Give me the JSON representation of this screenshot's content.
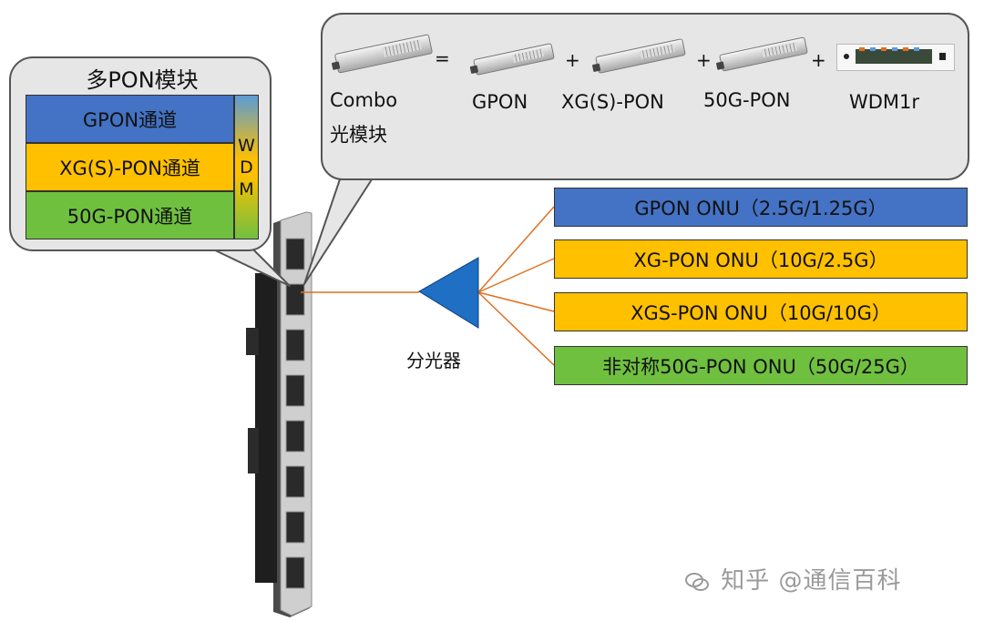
{
  "multi_pon_module": {
    "title": "多PON模块",
    "channels": [
      {
        "label": "GPON通道",
        "color": "#4472c4"
      },
      {
        "label": "XG(S)-PON通道",
        "color": "#ffc000"
      },
      {
        "label": "50G-PON通道",
        "color": "#70c040"
      }
    ],
    "wdm_letters": [
      "W",
      "D",
      "M"
    ]
  },
  "combo_equation": {
    "combo_label": "Combo",
    "combo_sublabel": "光模块",
    "equals": "=",
    "plus": "+",
    "modules": [
      {
        "label": "GPON",
        "icon": "sfp-module-icon"
      },
      {
        "label": "XG(S)-PON",
        "icon": "sfp-module-icon"
      },
      {
        "label": "50G-PON",
        "icon": "sfp-module-icon"
      },
      {
        "label": "WDM1r",
        "icon": "wdm-component-icon"
      }
    ]
  },
  "splitter": {
    "label": "分光器",
    "color": "#1f6fc4"
  },
  "onus": [
    {
      "label": "GPON ONU（2.5G/1.25G）",
      "color": "#4472c4"
    },
    {
      "label": "XG-PON ONU（10G/2.5G）",
      "color": "#ffc000"
    },
    {
      "label": "XGS-PON ONU（10G/10G）",
      "color": "#ffc000"
    },
    {
      "label": "非对称50G-PON ONU（50G/25G）",
      "color": "#70c040"
    }
  ],
  "fiber_color": "#e07020",
  "watermark": "知乎 @通信百科",
  "watermark_icon": "wechat-icon"
}
